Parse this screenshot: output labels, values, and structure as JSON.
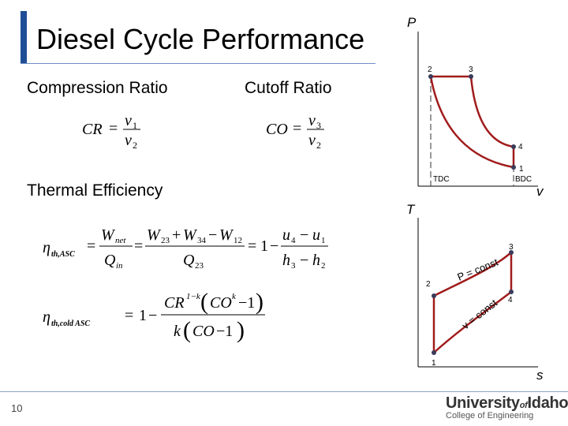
{
  "slide": {
    "title": "Diesel Cycle Performance",
    "page_number": "10"
  },
  "labels": {
    "compression_ratio": "Compression Ratio",
    "cutoff_ratio": "Cutoff Ratio",
    "thermal_efficiency": "Thermal Efficiency"
  },
  "equations": {
    "cr_lhs": "CR",
    "cr_num": "v",
    "cr_num_sub": "1",
    "cr_den": "v",
    "cr_den_sub": "2",
    "co_lhs": "CO",
    "co_num": "v",
    "co_num_sub": "3",
    "co_den": "v",
    "co_den_sub": "2",
    "eta_asc_symbol": "η",
    "eta_asc_sub": "th,ASC",
    "wnet": "W",
    "wnet_sub": "net",
    "qin": "Q",
    "qin_sub": "in",
    "w23": "W",
    "w23_sub": "23",
    "w34": "W",
    "w34_sub": "34",
    "w12": "W",
    "w12_sub": "12",
    "q23": "Q",
    "q23_sub": "23",
    "one": "1",
    "u4": "u",
    "u4_sub": "4",
    "u1": "u",
    "u1_sub": "1",
    "h3": "h",
    "h3_sub": "3",
    "h2": "h",
    "h2_sub": "2",
    "eta_cold_symbol": "η",
    "eta_cold_sub": "th,cold ASC",
    "cold_num_cr": "CR",
    "cold_num_exp": "1−k",
    "cold_num_co": "CO",
    "cold_num_co_exp": "k",
    "cold_num_minus_one": "−1",
    "cold_den_k": "k",
    "cold_den_co": "CO",
    "cold_den_minus_one": "−1"
  },
  "pv_diagram": {
    "y_axis": "P",
    "x_axis": "v",
    "points": [
      "1",
      "2",
      "3",
      "4"
    ],
    "tdc": "TDC",
    "bdc": "BDC"
  },
  "ts_diagram": {
    "y_axis": "T",
    "x_axis": "s",
    "points": [
      "1",
      "2",
      "3",
      "4"
    ],
    "p_const": "P = const",
    "v_const": "v = const"
  },
  "logo": {
    "university": "University",
    "of": "of",
    "idaho": "Idaho",
    "college": "College of Engineering"
  },
  "colors": {
    "accent": "#1f4e96",
    "curve": "#a01c1c",
    "point": "#3a3a5a"
  }
}
